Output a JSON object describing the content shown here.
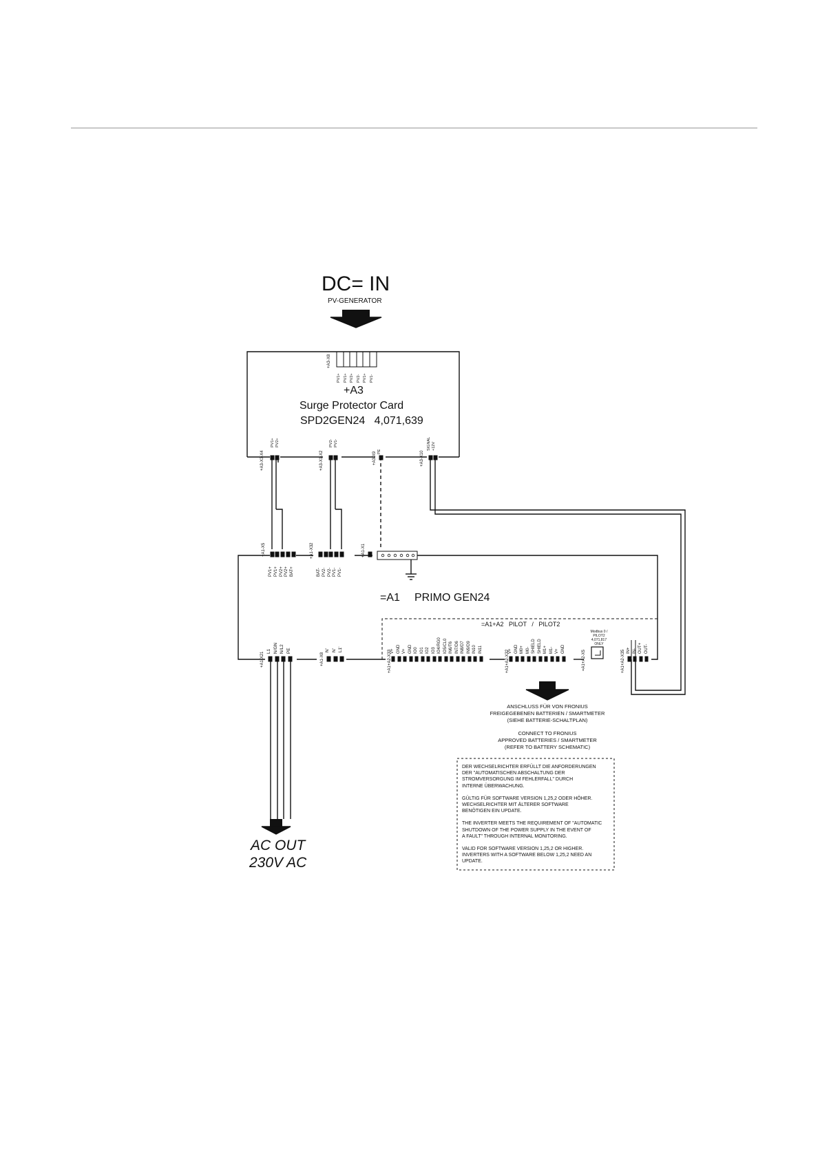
{
  "header": {
    "title": "DC= IN",
    "subtitle": "PV-GENERATOR"
  },
  "spd_card": {
    "ref": "+A3",
    "name": "Surge Protector Card",
    "part": "SPD2GEN24   4,071,639",
    "top_connector": "+A3-X8",
    "top_pins": [
      "PV1+",
      "PV1+",
      "PV2+",
      "PV2-",
      "PV1+",
      "PV1-"
    ],
    "x4_ref": "+A3-X3-X4",
    "x4_pins": [
      "PV1+",
      "PV2+"
    ],
    "x2_ref": "+A3-X1-X2",
    "x2_pins": [
      "PV2-",
      "PV1-"
    ],
    "x9_ref": "+A3-X9",
    "x9_pins": [
      "PE"
    ],
    "x10_ref": "+A3-X10",
    "x10_pins": [
      "SIGNAL",
      "+12V"
    ]
  },
  "inverter": {
    "ref": "=A1",
    "name": "PRIMO GEN24",
    "x5_ref": "+A1-X5",
    "x5_pins": [
      "PV1+",
      "PV1+",
      "PV2+",
      "PV2+",
      "BAT+"
    ],
    "x32_ref": "+A1-X32",
    "x32_pins": [
      "BAT-",
      "PV2-",
      "PV2-",
      "PV1-",
      "PV1-"
    ],
    "x1_ref": "+A1-X1",
    "x21_ref": "+A1-X21",
    "x21_pins": [
      "L1",
      "N/GN",
      "N/L2",
      "PE"
    ],
    "x8_ref": "+A1-X8",
    "x8_pins": [
      "N'",
      "N'",
      "L1'"
    ]
  },
  "pilot": {
    "title": "=A1+A2   PILOT   /   PILOT2",
    "x33_ref": "+A1+A2-X33",
    "x33_pins": [
      "V+",
      "GND",
      "V+",
      "GND",
      "IO0",
      "IO1",
      "IO2",
      "IO3",
      "IO4/RG0",
      "IO5/CL0",
      "IN6/T6",
      "IN7/D6",
      "IN8/D7",
      "IN9/D9",
      "IN10",
      "IN11"
    ],
    "x32_ref": "+A1+A2-X32",
    "x32_pins": [
      "V+",
      "GND",
      "M0+",
      "M0-",
      "SHIELD",
      "SHIELD",
      "M1+",
      "M1-",
      "V+",
      "GND"
    ],
    "x35_ref": "=A1+A2-X5",
    "modbus_note": "Modbus 0 / PILOT2 4,071,817 ONLY",
    "x35b_ref": "+A1+A2-X35",
    "x35b_pins": [
      "IN+",
      "IN-",
      "OUT+",
      "OUT-"
    ]
  },
  "battery_note": {
    "de_lines": [
      "ANSCHLUSS FÜR VON FRONIUS",
      "FREIGEGEBENEN BATTERIEN / SMARTMETER",
      "(SIEHE BATTERIE-SCHALTPLAN)"
    ],
    "en_lines": [
      "CONNECT TO FRONIUS",
      "APPROVED BATTERIES / SMARTMETER",
      "(REFER TO BATTERY SCHEMATIC)"
    ]
  },
  "info_box": {
    "lines": [
      "DER WECHSELRICHTER ERFÜLLT DIE ANFORDERUNGEN",
      "DER \"AUTOMATISCHEN ABSCHALTUNG DER",
      "STROMVERSORGUNG IM FEHLERFALL\" DURCH",
      "INTERNE ÜBERWACHUNG.",
      "",
      "GÜLTIG FÜR SOFTWARE VERSION 1,25,2 ODER HÖHER.",
      "WECHSELRICHTER MIT ÄLTERER SOFTWARE",
      "BENÖTIGEN EIN UPDATE.",
      "",
      "THE INVERTER MEETS THE REQUIREMENT OF \"AUTOMATIC",
      "SHUTDOWN OF THE POWER SUPPLY IN THE EVENT OF",
      "A FAULT\" THROUGH INTERNAL MONITORING.",
      "",
      "VALID FOR SOFTWARE VERSION 1,25,2 OR HIGHER.",
      "INVERTERS WITH A SOFTWARE BELOW 1,25,2 NEED AN",
      "UPDATE."
    ]
  },
  "ac_out": {
    "line1": "AC OUT",
    "line2": "230V AC"
  }
}
